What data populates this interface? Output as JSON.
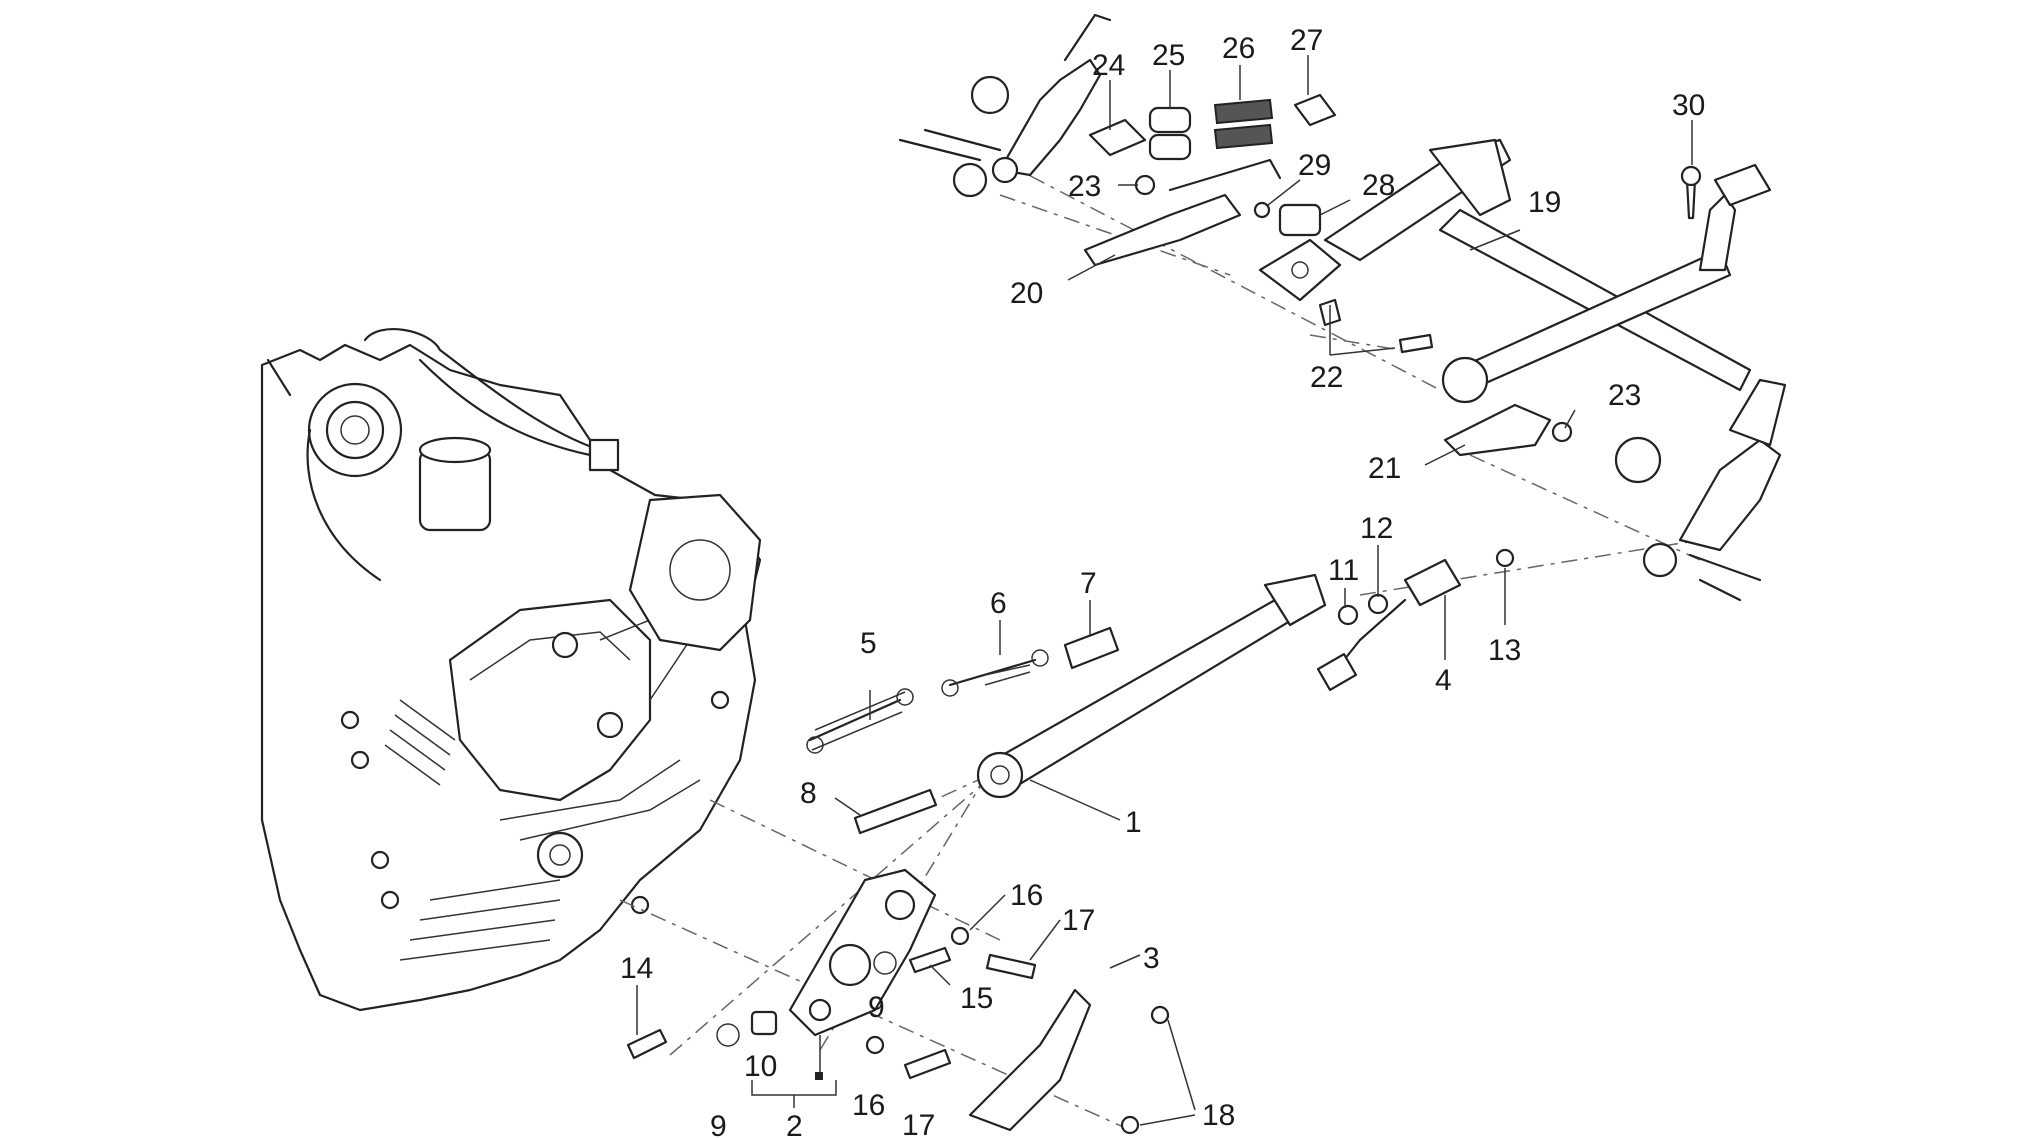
{
  "diagram": {
    "callouts": [
      {
        "n": "1"
      },
      {
        "n": "2"
      },
      {
        "n": "3"
      },
      {
        "n": "4"
      },
      {
        "n": "5"
      },
      {
        "n": "6"
      },
      {
        "n": "7"
      },
      {
        "n": "8"
      },
      {
        "n": "9"
      },
      {
        "n": "9"
      },
      {
        "n": "10"
      },
      {
        "n": "11"
      },
      {
        "n": "12"
      },
      {
        "n": "13"
      },
      {
        "n": "14"
      },
      {
        "n": "15"
      },
      {
        "n": "16"
      },
      {
        "n": "16"
      },
      {
        "n": "17"
      },
      {
        "n": "17"
      },
      {
        "n": "18"
      },
      {
        "n": "19"
      },
      {
        "n": "20"
      },
      {
        "n": "21"
      },
      {
        "n": "22"
      },
      {
        "n": "23"
      },
      {
        "n": "23"
      },
      {
        "n": "24"
      },
      {
        "n": "25"
      },
      {
        "n": "26"
      },
      {
        "n": "27"
      },
      {
        "n": "28"
      },
      {
        "n": "29"
      },
      {
        "n": "30"
      }
    ]
  },
  "colors": {
    "line": "#222222",
    "background": "#ffffff",
    "dash": "#666666"
  }
}
